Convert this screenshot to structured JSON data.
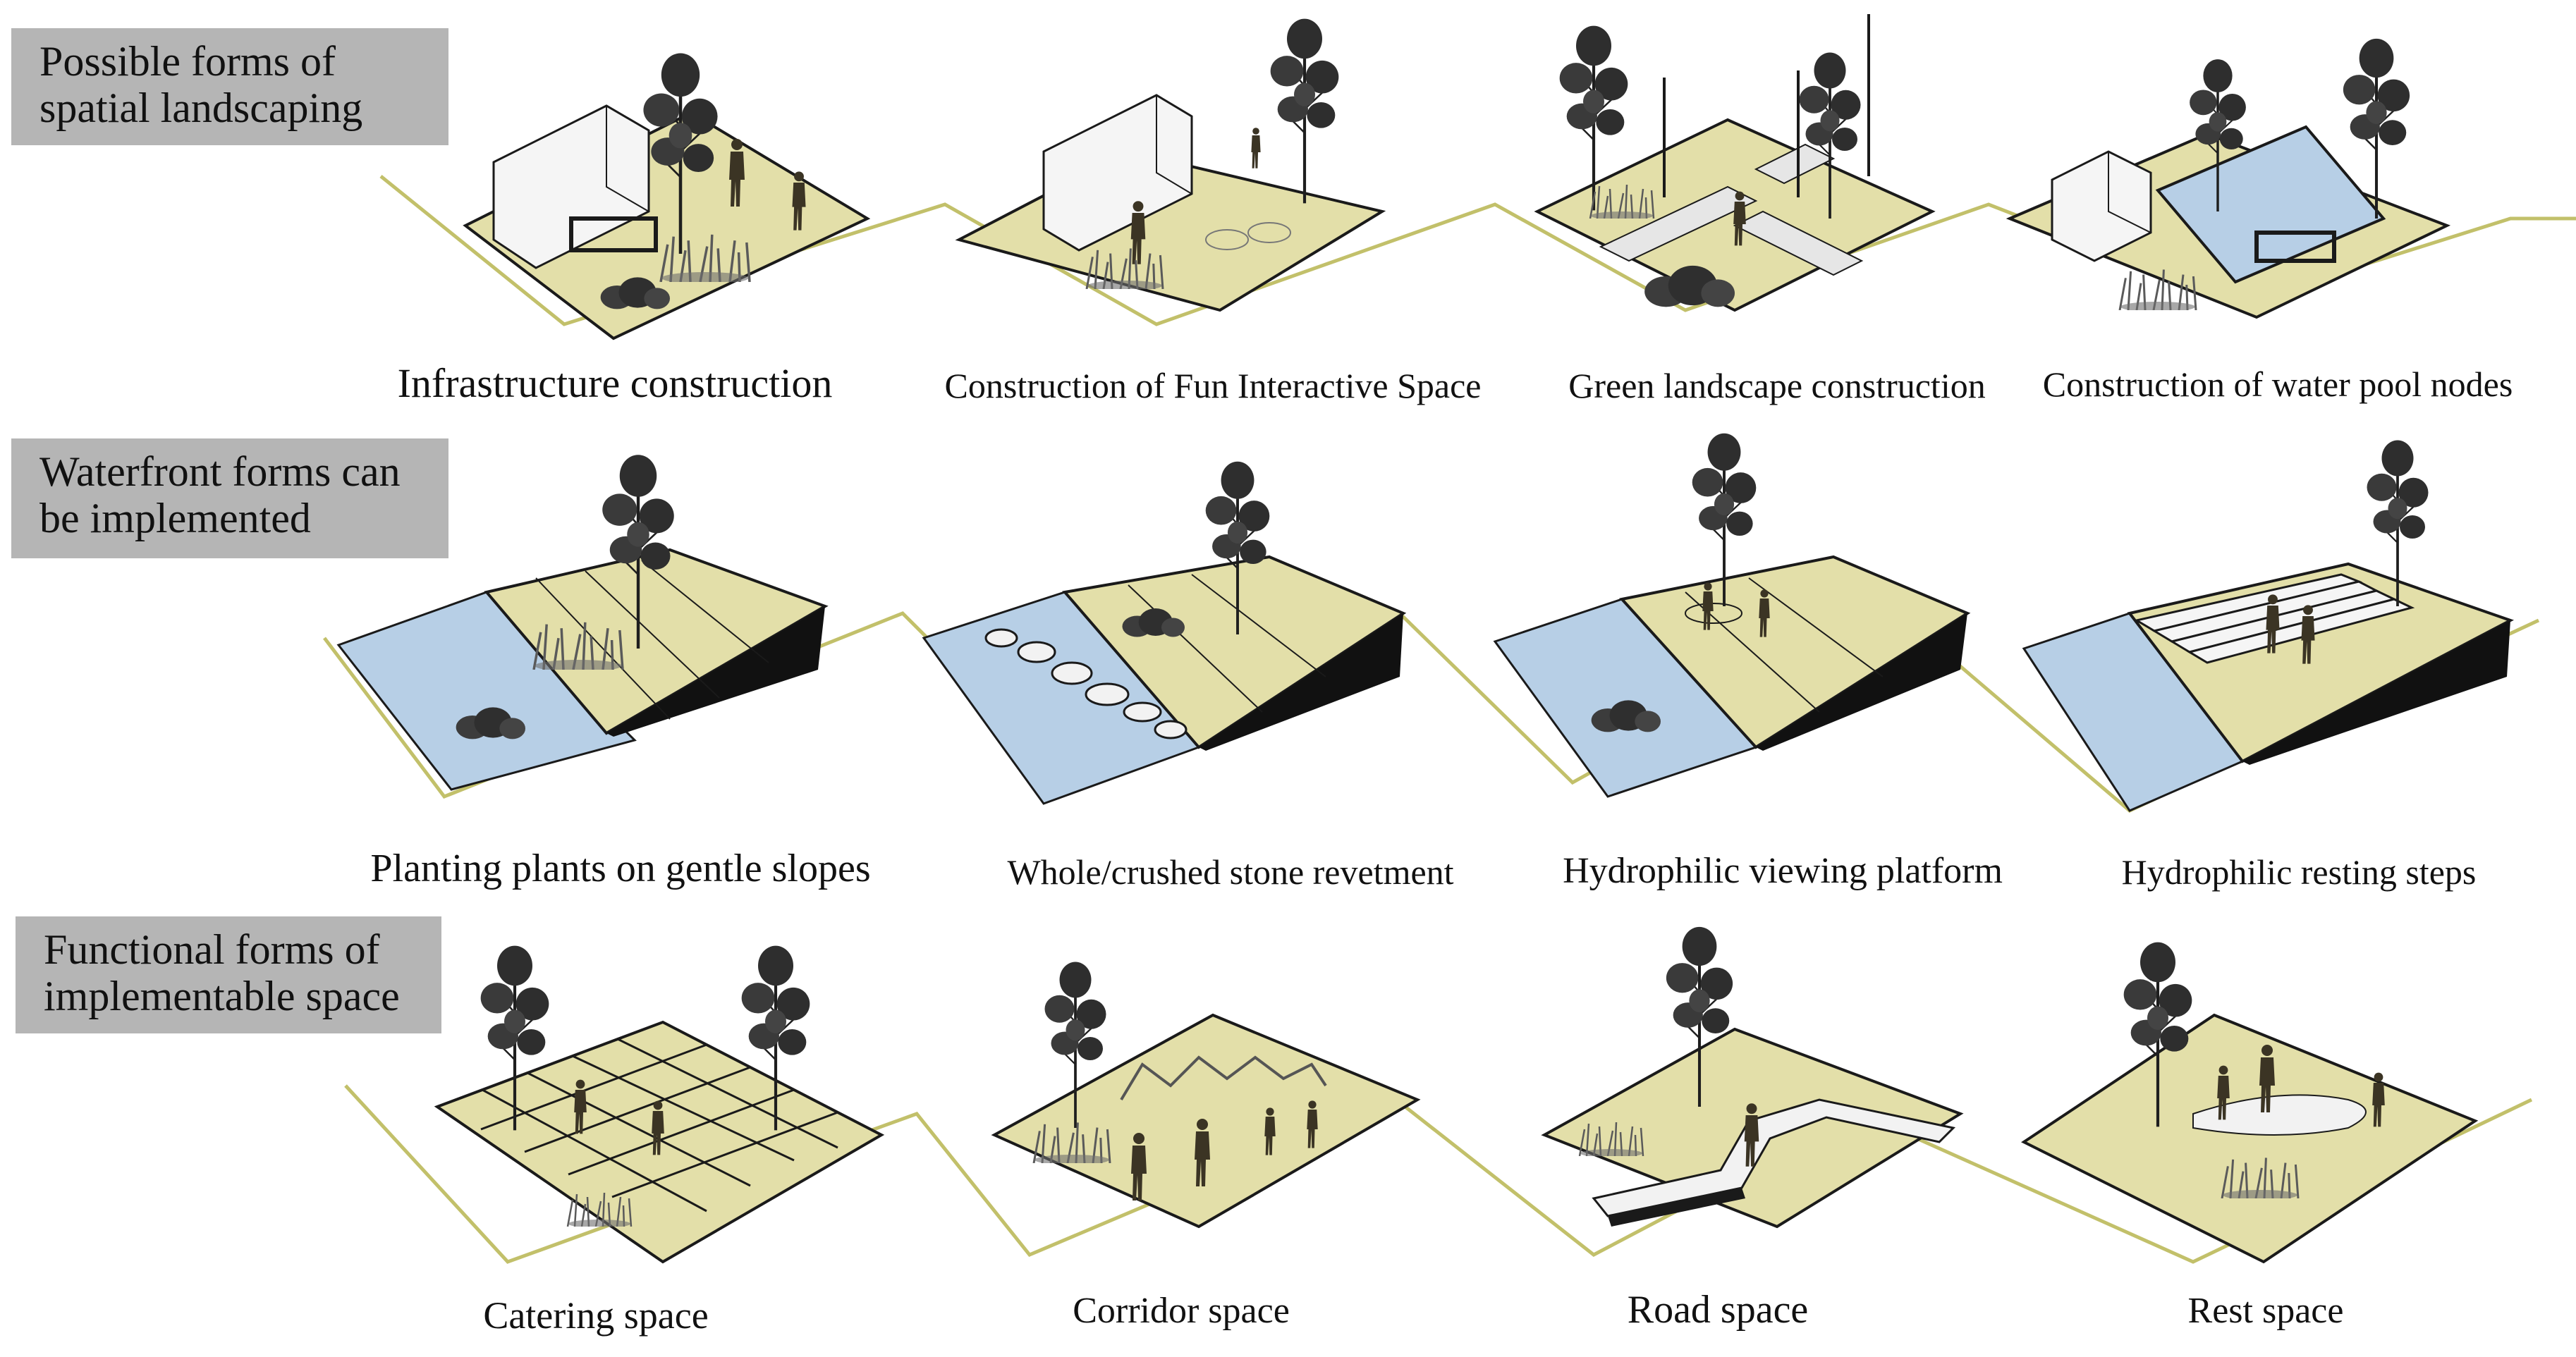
{
  "rows": [
    {
      "header": {
        "line1": "Possible forms of",
        "line2": "spatial landscaping"
      },
      "captions": [
        "Infrastructure construction",
        "Construction of Fun Interactive Space",
        "Green landscape construction",
        "Construction of water pool nodes"
      ]
    },
    {
      "header": {
        "line1": "Waterfront forms can",
        "line2": "be implemented"
      },
      "captions": [
        "Planting plants on gentle slopes",
        "Whole/crushed stone revetment",
        "Hydrophilic viewing platform",
        "Hydrophilic resting steps"
      ]
    },
    {
      "header": {
        "line1": "Functional forms of",
        "line2": "implementable space"
      },
      "captions": [
        "Catering space",
        "Corridor space",
        "Road space",
        "Rest space"
      ]
    }
  ],
  "colors": {
    "ground": "#e3dfa9",
    "water": "#b7cfe6",
    "ground_line": "#c2c06a",
    "header_bg": "#b5b5b5",
    "ink": "#1a1a1a",
    "foliage": "#2f2f2f",
    "grass": "#6b6b6b"
  }
}
